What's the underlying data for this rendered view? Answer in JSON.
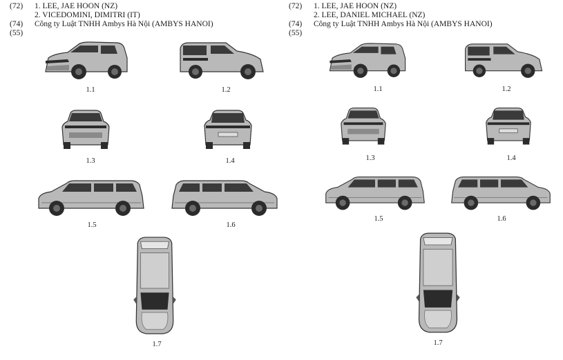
{
  "left": {
    "inventors_code": "(72)",
    "inventors": [
      "1. LEE, JAE HOON (NZ)",
      "2. VICEDOMINI, DIMITRI (IT)"
    ],
    "agent_code": "(74)",
    "agent": "Công ty Luật TNHH Ambys Hà Nội (AMBYS HANOI)",
    "views_code": "(55)",
    "captions": [
      "1.1",
      "1.2",
      "1.3",
      "1.4",
      "1.5",
      "1.6",
      "1.7"
    ]
  },
  "right": {
    "inventors_code": "(72)",
    "inventors": [
      "1. LEE, JAE HOON (NZ)",
      "2. LEE, DANIEL MICHAEL (NZ)"
    ],
    "agent_code": "(74)",
    "agent": "Công ty Luật TNHH Ambys Hà Nội (AMBYS HANOI)",
    "views_code": "(55)",
    "captions": [
      "1.1",
      "1.2",
      "1.3",
      "1.4",
      "1.5",
      "1.6",
      "1.7"
    ]
  },
  "colors": {
    "body": "#b9b9b9",
    "dark": "#2b2b2b",
    "window": "#3a3a3a",
    "light": "#e6e6e6"
  }
}
